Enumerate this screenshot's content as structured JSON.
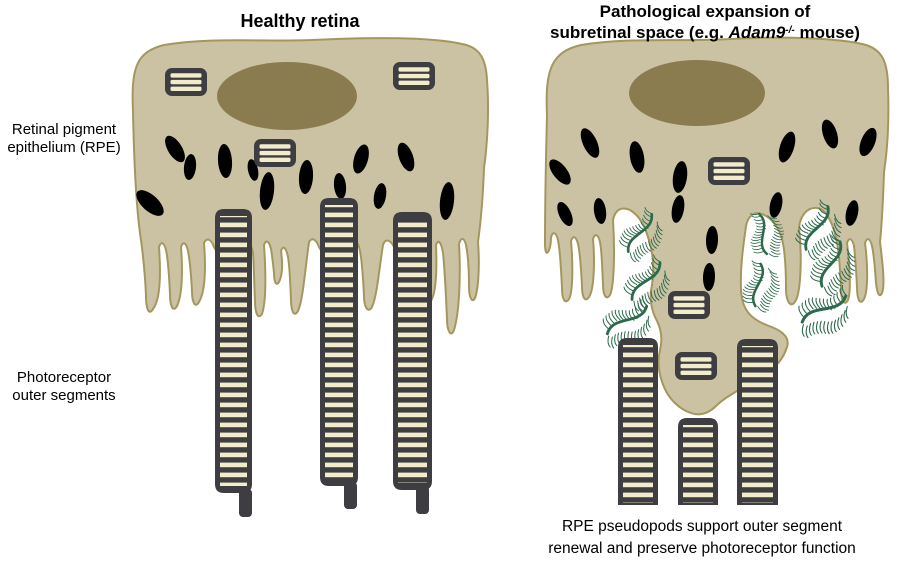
{
  "header": {
    "title_left": "Healthy retina",
    "title_right": {
      "line1": "Pathological expansion of",
      "line2_pre": "subretinal space (e.g. ",
      "gene": "Adam9",
      "genotype_sup": "-/-",
      "line2_post": " mouse)"
    }
  },
  "side_labels": {
    "rpe": "Retinal pigment\nepithelium (RPE)",
    "outer_segments": "Photoreceptor\nouter segments"
  },
  "caption": "RPE pseudopods support outer segment\nrenewal and preserve photoreceptor function",
  "colors": {
    "background": "#ffffff",
    "rpe_cell_fill": "#cbc2a3",
    "rpe_cell_outline": "#a4975e",
    "nucleus": "#8b7c50",
    "melanosome": "#000000",
    "organelle_body": "#3e3e42",
    "organelle_stripe": "#f2eccb",
    "outer_segment_body": "#3e3e42",
    "outer_segment_stripe": "#f2eccb",
    "matrix_green": "#2d6a4d",
    "text": "#000000"
  },
  "icons": {
    "nucleus": "rpe-nucleus-icon",
    "melanosome": "melanosome-icon",
    "striped_organelle": "phagosome-icon",
    "outer_segment": "outer-segment-icon",
    "matrix_brush": "interphotoreceptor-matrix-icon"
  }
}
